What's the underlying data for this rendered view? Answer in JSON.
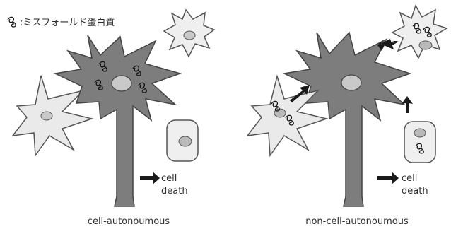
{
  "legend": {
    "text": ":ミスフォールド蛋白質",
    "icon": "misfolded-protein-icon"
  },
  "left_panel": {
    "caption": "cell-autonoumous",
    "death_label_1": "cell",
    "death_label_2": "death"
  },
  "right_panel": {
    "caption": "non-cell-autonoumous",
    "death_label_1": "cell",
    "death_label_2": "death"
  },
  "colors": {
    "neuron": "#7a7a7a",
    "neuron_outline": "#444444",
    "nucleus": "#c9c9c9",
    "glia": "#ececec",
    "outline": "#555555",
    "arrow": "#1a1a1a"
  }
}
